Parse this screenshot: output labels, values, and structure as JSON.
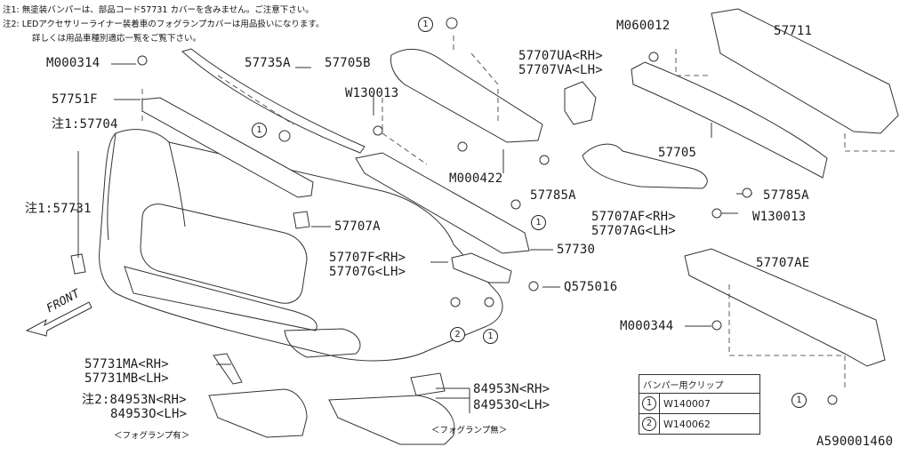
{
  "notes": [
    "注1: 無塗装バンパーは、部品コード57731 カバーを含みません。ご注意下さい。",
    "注2: LEDアクセサリーライナー装着車のフォグランプカバーは用品扱いになります。",
    "詳しくは用品車種別適応一覧をご覧下さい。"
  ],
  "labels": {
    "m000314": "M000314",
    "p57735a": "57735A",
    "p57705b": "57705B",
    "m060012": "M060012",
    "p57711": "57711",
    "p57707ua": "57707UA<RH>",
    "p57707va": "57707VA<LH>",
    "p57751f": "57751F",
    "w130013a": "W130013",
    "note1_57704": "注1:57704",
    "p57705": "57705",
    "m000422": "M000422",
    "p57785a_1": "57785A",
    "p57785a_2": "57785A",
    "note1_57731": "注1:57731",
    "p57707a": "57707A",
    "p57707af": "57707AF<RH>",
    "p57707ag": "57707AG<LH>",
    "w130013b": "W130013",
    "p57730": "57730",
    "p57707f": "57707F<RH>",
    "p57707g": "57707G<LH>",
    "q575016": "Q575016",
    "p57707ae": "57707AE",
    "m000344": "M000344",
    "front": "FRONT",
    "p57731ma": "57731MA<RH>",
    "p57731mb": "57731MB<LH>",
    "p84953n_l": "注2:84953N<RH>",
    "p84953o_l": "84953O<LH>",
    "p84953n_r": "84953N<RH>",
    "p84953o_r": "84953O<LH>",
    "fog_with": "＜フォグランプ有＞",
    "fog_without": "＜フォグランプ無＞",
    "diagram_id": "A590001460"
  },
  "callouts": {
    "c1": "1",
    "c2": "2"
  },
  "clip_table": {
    "header": "バンパー用クリップ",
    "rows": [
      {
        "mark": "1",
        "code": "W140007"
      },
      {
        "mark": "2",
        "code": "W140062"
      }
    ]
  }
}
